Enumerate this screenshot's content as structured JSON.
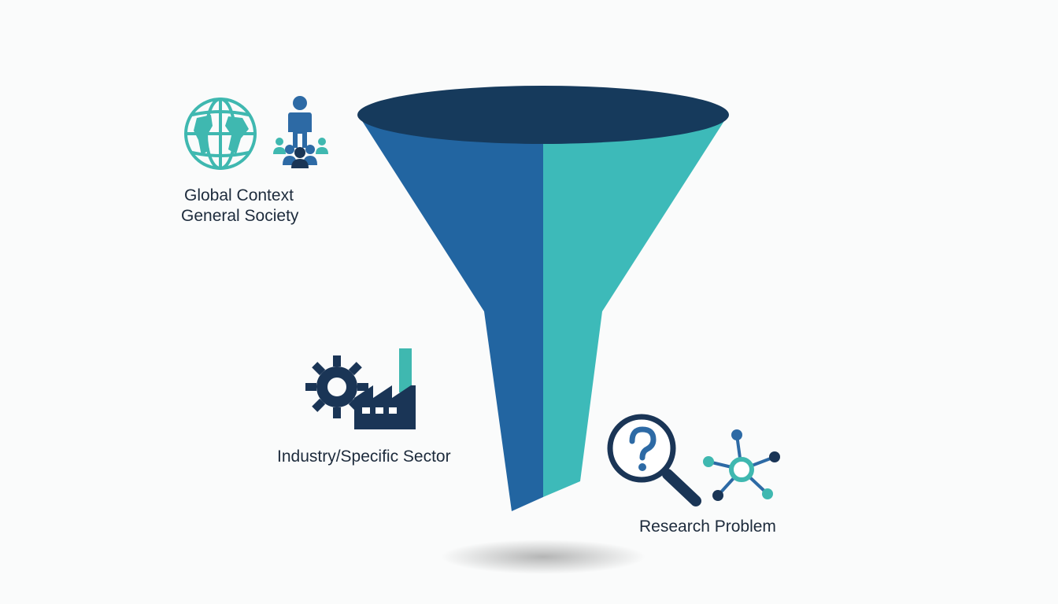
{
  "stages": [
    {
      "id": "global",
      "lines": [
        "Global Context",
        "General Society"
      ],
      "icons": [
        "globe-icon",
        "people-group-icon"
      ]
    },
    {
      "id": "industry",
      "lines": [
        "Industry/Specific Sector"
      ],
      "icons": [
        "gear-factory-icon"
      ]
    },
    {
      "id": "research",
      "lines": [
        "Research Problem"
      ],
      "icons": [
        "magnifier-question-icon",
        "network-node-icon"
      ]
    }
  ],
  "colors": {
    "funnel_left": "#2265a1",
    "funnel_right": "#3dbab9",
    "funnel_rim": "#163a5c",
    "navy": "#1a3556",
    "blue": "#2d6aa5",
    "teal": "#3fb8b0",
    "text": "#1d2b3c"
  }
}
